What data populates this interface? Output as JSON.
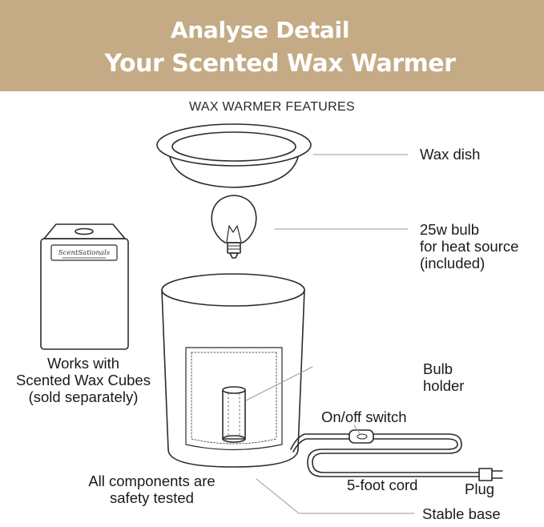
{
  "header": {
    "title_line1": "Analyse Detail",
    "title_line2": "Your Scented Wax Warmer",
    "background_color": "#c4ab85"
  },
  "subtitle": "WAX WARMER FEATURES",
  "wax_pack_brand": "ScentSationals",
  "labels": {
    "wax_dish": "Wax dish",
    "bulb": [
      "25w bulb",
      "for heat source",
      "(included)"
    ],
    "bulb_holder": [
      "Bulb",
      "holder"
    ],
    "switch": "On/off switch",
    "cord": "5-foot cord",
    "plug": "Plug",
    "base": "Stable base",
    "safety": [
      "All components are",
      "safety tested"
    ],
    "wax_cubes": [
      "Works with",
      "Scented Wax Cubes",
      "(sold separately)"
    ]
  }
}
